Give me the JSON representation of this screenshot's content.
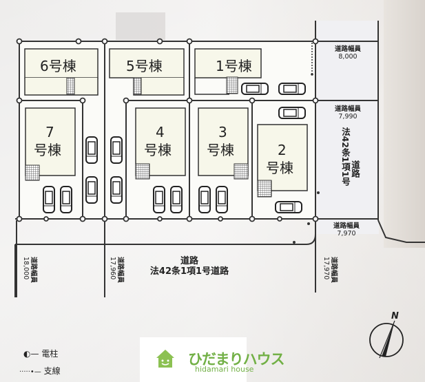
{
  "diagram": {
    "type": "site-plan",
    "buildings": [
      {
        "id": "6",
        "label": "6号棟"
      },
      {
        "id": "5",
        "label": "5号棟"
      },
      {
        "id": "1",
        "label": "1号棟"
      },
      {
        "id": "7",
        "number": "7",
        "suffix": "号棟"
      },
      {
        "id": "4",
        "number": "4",
        "suffix": "号棟"
      },
      {
        "id": "3",
        "number": "3",
        "suffix": "号棟"
      },
      {
        "id": "2",
        "number": "2",
        "suffix": "号棟"
      }
    ],
    "roads": {
      "east_top": {
        "title": "道路幅員",
        "width": "8,000"
      },
      "east_mid": {
        "title": "道路幅員",
        "width": "7,990"
      },
      "east_bottom": {
        "title": "道路幅員",
        "width": "7,970"
      },
      "east_classification": "法42条1項1号",
      "east_road_word": "道路",
      "south_title": "道路",
      "south_classification": "法42条1項1号道路",
      "south_widths": [
        {
          "title": "道路幅員",
          "width": "18,000"
        },
        {
          "title": "道路幅員",
          "width": "17,960"
        },
        {
          "title": "道路幅員",
          "width": "17,970"
        }
      ]
    },
    "legend": [
      {
        "symbol": "◐—",
        "label": "電柱"
      },
      {
        "symbol": "·····•—",
        "label": "支線"
      }
    ],
    "compass": {
      "label": "N"
    }
  },
  "logo": {
    "name_jp": "ひだまりハウス",
    "name_en": "hidamari house",
    "color": "#72b046"
  }
}
